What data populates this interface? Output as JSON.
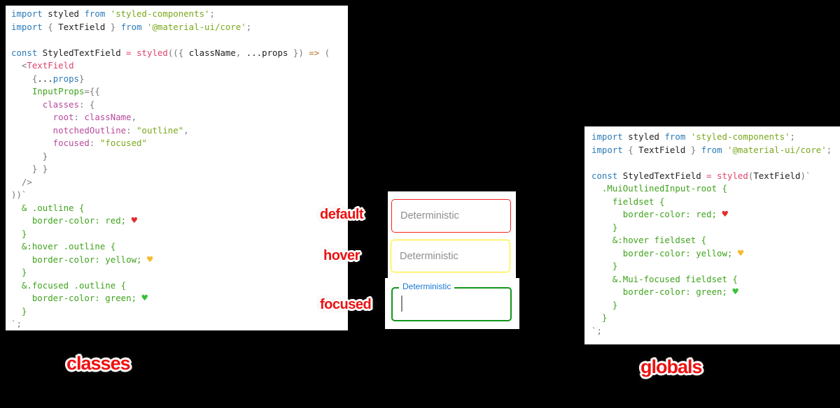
{
  "colors": {
    "kw": "#2b7bb9",
    "id": "#222222",
    "str": "#7aa81c",
    "grn": "#3fa31c",
    "pink": "#e0436e",
    "mag": "#b84a9b",
    "arr": "#b5722d",
    "pun": "#7a7a7a",
    "heartRed": "#e22b2b",
    "heartYellow": "#f7b929",
    "heartGreen": "#35c135"
  },
  "code_left": {
    "lines": [
      [
        [
          "kw",
          "import"
        ],
        [
          "id",
          " styled "
        ],
        [
          "kw",
          "from"
        ],
        [
          "str",
          " 'styled-components'"
        ],
        [
          "pun",
          ";"
        ]
      ],
      [
        [
          "kw",
          "import"
        ],
        [
          "pun",
          " { "
        ],
        [
          "id",
          "TextField"
        ],
        [
          "pun",
          " } "
        ],
        [
          "kw",
          "from"
        ],
        [
          "str",
          " '@material-ui/core'"
        ],
        [
          "pun",
          ";"
        ]
      ],
      [],
      [
        [
          "kw",
          "const"
        ],
        [
          "id",
          " StyledTextField "
        ],
        [
          "pink",
          "="
        ],
        [
          "id",
          " "
        ],
        [
          "pink",
          "styled"
        ],
        [
          "pun",
          "(({ "
        ],
        [
          "id",
          "className"
        ],
        [
          "pun",
          ", "
        ],
        [
          "id",
          "...props"
        ],
        [
          "pun",
          " }) "
        ],
        [
          "arr",
          "=>"
        ],
        [
          "pun",
          " ("
        ]
      ],
      [
        [
          "pun",
          "  <"
        ],
        [
          "pink",
          "TextField"
        ]
      ],
      [
        [
          "pun",
          "    {"
        ],
        [
          "id",
          "..."
        ],
        [
          "kw",
          "props"
        ],
        [
          "pun",
          "}"
        ]
      ],
      [
        [
          "grn",
          "    InputProps"
        ],
        [
          "pun",
          "={{"
        ]
      ],
      [
        [
          "mag",
          "      classes"
        ],
        [
          "pun",
          ": {"
        ]
      ],
      [
        [
          "mag",
          "        root"
        ],
        [
          "pun",
          ": "
        ],
        [
          "mag",
          "className"
        ],
        [
          "pun",
          ","
        ]
      ],
      [
        [
          "mag",
          "        notchedOutline"
        ],
        [
          "pun",
          ": "
        ],
        [
          "str",
          "\"outline\""
        ],
        [
          "pun",
          ","
        ]
      ],
      [
        [
          "mag",
          "        focused"
        ],
        [
          "pun",
          ": "
        ],
        [
          "str",
          "\"focused\""
        ]
      ],
      [
        [
          "pun",
          "      }"
        ]
      ],
      [
        [
          "pun",
          "    } }"
        ]
      ],
      [
        [
          "pun",
          "  />"
        ]
      ],
      [
        [
          "pun",
          "))`"
        ]
      ],
      [
        [
          "grn",
          "  & .outline {"
        ]
      ],
      [
        [
          "grn",
          "    border-color: red; "
        ],
        [
          "heartRed",
          "♥"
        ]
      ],
      [
        [
          "grn",
          "  }"
        ]
      ],
      [
        [
          "grn",
          "  &:hover .outline {"
        ]
      ],
      [
        [
          "grn",
          "    border-color: yellow; "
        ],
        [
          "heartYellow",
          "♥"
        ]
      ],
      [
        [
          "grn",
          "  }"
        ]
      ],
      [
        [
          "grn",
          "  &.focused .outline {"
        ]
      ],
      [
        [
          "grn",
          "    border-color: green; "
        ],
        [
          "heartGreen",
          "♥"
        ]
      ],
      [
        [
          "grn",
          "  }"
        ]
      ],
      [
        [
          "pun",
          "`;"
        ]
      ]
    ]
  },
  "code_right": {
    "lines": [
      [
        [
          "kw",
          "import"
        ],
        [
          "id",
          " styled "
        ],
        [
          "kw",
          "from"
        ],
        [
          "str",
          " 'styled-components'"
        ],
        [
          "pun",
          ";"
        ]
      ],
      [
        [
          "kw",
          "import"
        ],
        [
          "pun",
          " { "
        ],
        [
          "id",
          "TextField"
        ],
        [
          "pun",
          " } "
        ],
        [
          "kw",
          "from"
        ],
        [
          "str",
          " '@material-ui/core'"
        ],
        [
          "pun",
          ";"
        ]
      ],
      [],
      [
        [
          "kw",
          "const"
        ],
        [
          "id",
          " StyledTextField "
        ],
        [
          "pink",
          "="
        ],
        [
          "id",
          " "
        ],
        [
          "pink",
          "styled"
        ],
        [
          "pun",
          "("
        ],
        [
          "id",
          "TextField"
        ],
        [
          "pun",
          ")`"
        ]
      ],
      [
        [
          "grn",
          "  .MuiOutlinedInput-root {"
        ]
      ],
      [
        [
          "grn",
          "    fieldset {"
        ]
      ],
      [
        [
          "grn",
          "      border-color: red; "
        ],
        [
          "heartRed",
          "♥"
        ]
      ],
      [
        [
          "grn",
          "    }"
        ]
      ],
      [
        [
          "grn",
          "    &:hover fieldset {"
        ]
      ],
      [
        [
          "grn",
          "      border-color: yellow; "
        ],
        [
          "heartYellow",
          "♥"
        ]
      ],
      [
        [
          "grn",
          "    }"
        ]
      ],
      [
        [
          "grn",
          "    &.Mui-focused fieldset {"
        ]
      ],
      [
        [
          "grn",
          "      border-color: green; "
        ],
        [
          "heartGreen",
          "♥"
        ]
      ],
      [
        [
          "grn",
          "    }"
        ]
      ],
      [
        [
          "grn",
          "  }"
        ]
      ],
      [
        [
          "pun",
          "`;"
        ]
      ]
    ]
  },
  "fields": {
    "default": {
      "placeholder": "Deterministic",
      "border_color": "#f32222",
      "state_label": "default"
    },
    "hover": {
      "placeholder": "Deterministic",
      "border_color": "#ffeb00",
      "state_label": "hover"
    },
    "focused": {
      "value": "",
      "float_label": "Deterministic",
      "border_color": "#12961c",
      "label_color": "#1878d1",
      "state_label": "focused"
    }
  },
  "captions": {
    "left": "classes",
    "right": "globals"
  }
}
